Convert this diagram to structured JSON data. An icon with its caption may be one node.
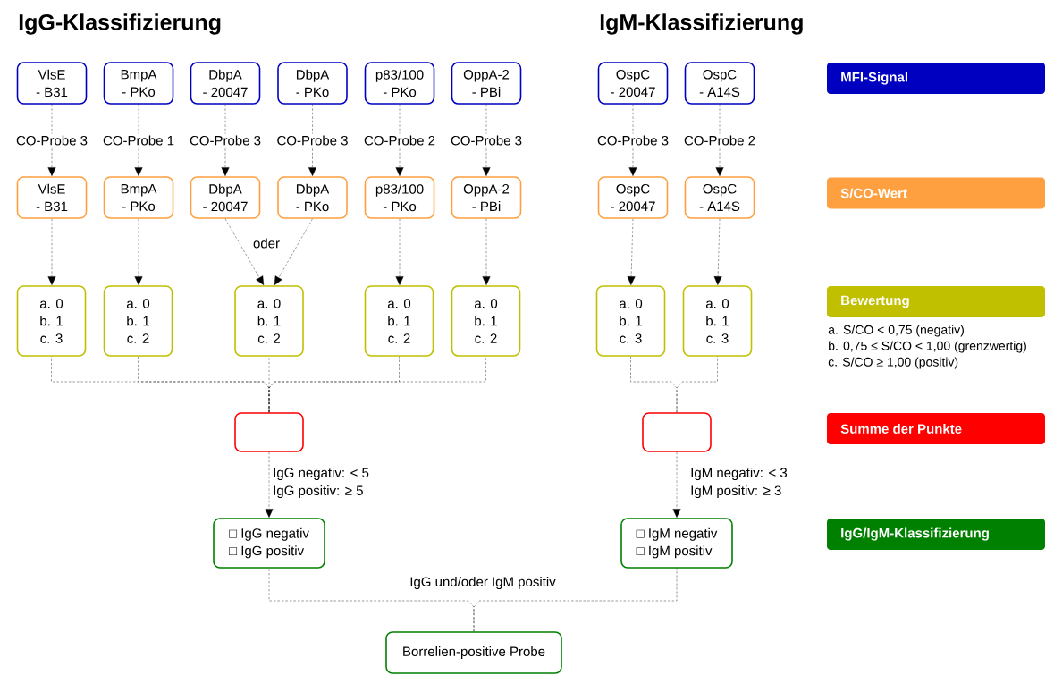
{
  "diagram": {
    "nodes": [
      {
        "text": [
          "VlsE",
          "- B31"
        ]
      },
      {
        "text": [
          "BmpA",
          "- PKo"
        ]
      },
      {
        "text": [
          "DbpA",
          "- 20047"
        ]
      },
      {
        "text": [
          "DbpA",
          "- PKo"
        ]
      },
      {
        "text": [
          "p83/100",
          "- PKo"
        ]
      },
      {
        "text": [
          "OppA-2",
          "- PBi"
        ]
      },
      {
        "text": [
          "OspC",
          "- 20047"
        ]
      },
      {
        "text": [
          "OspC",
          "- A14S"
        ]
      },
      {
        "text": [
          "VlsE",
          "- B31"
        ]
      },
      {
        "text": [
          "BmpA",
          "- PKo"
        ]
      },
      {
        "text": [
          "DbpA",
          "- 20047"
        ]
      },
      {
        "text": [
          "DbpA",
          "- PKo"
        ]
      },
      {
        "text": [
          "p83/100",
          "- PKo"
        ]
      },
      {
        "text": [
          "OppA-2",
          "- PBi"
        ]
      },
      {
        "text": [
          "OspC",
          "- 20047"
        ]
      },
      {
        "text": [
          "OspC",
          "- A14S"
        ]
      },
      {
        "text": [
          "a. 0",
          "b. 1",
          "c. 3"
        ]
      },
      {
        "text": [
          "a. 0",
          "b. 1",
          "c. 2"
        ]
      },
      {
        "text": [
          "a. 0",
          "b. 1",
          "c. 2"
        ]
      },
      {
        "text": [
          "a. 0",
          "b. 1",
          "c. 2"
        ]
      },
      {
        "text": [
          "a. 0",
          "b. 1",
          "c. 2"
        ]
      },
      {
        "text": [
          "a. 0",
          "b. 1",
          "c. 3"
        ]
      },
      {
        "text": [
          "a. 0",
          "b. 1",
          "c. 3"
        ]
      },
      {
        "text": [],
        "shape": "box"
      },
      {
        "text": [],
        "shape": "box"
      },
      {
        "text": [
          "□ IgG negativ",
          "□ IgG positiv"
        ]
      },
      {
        "text": [
          "□ IgM negativ",
          "□ IgM positiv"
        ]
      },
      {
        "text": [
          "Borrelien-positive Probe"
        ]
      }
    ],
    "edges": [
      {
        "from": 0,
        "to": 8,
        "arrow": "to",
        "label": "CO-Probe 3",
        "style": "dashed"
      },
      {
        "from": 1,
        "to": 9,
        "arrow": "to",
        "label": "CO-Probe 1",
        "style": "dashed"
      },
      {
        "from": 2,
        "to": 10,
        "arrow": "to",
        "label": "CO-Probe 3",
        "style": "dashed"
      },
      {
        "from": 3,
        "to": 11,
        "arrow": "to",
        "label": "CO-Probe 3",
        "style": "dashed"
      },
      {
        "from": 4,
        "to": 12,
        "arrow": "to",
        "label": "CO-Probe 2",
        "style": "dashed"
      },
      {
        "from": 5,
        "to": 13,
        "arrow": "to",
        "label": "CO-Probe 3",
        "style": "dashed"
      },
      {
        "from": 6,
        "to": 14,
        "arrow": "to",
        "label": "CO-Probe 3",
        "style": "dashed"
      },
      {
        "from": 7,
        "to": 15,
        "arrow": "to",
        "label": "CO-Probe 2",
        "style": "dashed"
      },
      {
        "from": 8,
        "to": 16,
        "arrow": "to",
        "style": "dashed"
      },
      {
        "from": 9,
        "to": 17,
        "arrow": "to",
        "style": "dashed"
      },
      {
        "from": 10,
        "to": 18,
        "arrow": "to",
        "style": "dashed"
      },
      {
        "from": 11,
        "to": 18,
        "arrow": "to",
        "style": "dashed"
      },
      {
        "from": 12,
        "to": 19,
        "arrow": "to",
        "style": "dashed"
      },
      {
        "from": 13,
        "to": 20,
        "arrow": "to",
        "style": "dashed"
      },
      {
        "from": 14,
        "to": 21,
        "arrow": "to",
        "style": "dashed"
      },
      {
        "from": 15,
        "to": 22,
        "arrow": "to",
        "style": "dashed"
      },
      {
        "from": 16,
        "to": 23,
        "arrow": "none",
        "style": "dashed"
      },
      {
        "from": 17,
        "to": 23,
        "arrow": "none",
        "style": "dashed"
      },
      {
        "from": 18,
        "to": 23,
        "arrow": "none",
        "style": "dashed"
      },
      {
        "from": 19,
        "to": 23,
        "arrow": "none",
        "style": "dashed"
      },
      {
        "from": 20,
        "to": 23,
        "arrow": "none",
        "style": "dashed"
      },
      {
        "from": 21,
        "to": 24,
        "arrow": "none",
        "style": "dashed"
      },
      {
        "from": 22,
        "to": 24,
        "arrow": "none",
        "style": "dashed"
      },
      {
        "from": 23,
        "to": 25,
        "arrow": "to",
        "style": "dashed"
      },
      {
        "from": 24,
        "to": 26,
        "arrow": "to",
        "style": "dashed"
      },
      {
        "from": 25,
        "to": 27,
        "arrow": "none",
        "style": "dashed"
      },
      {
        "from": 26,
        "to": 27,
        "arrow": "none",
        "style": "dashed"
      }
    ],
    "labels": [
      "IgG-Klassifizierung",
      "IgM-Klassifizierung",
      "oder",
      "IgG negativ: < 5",
      "IgG positiv: ≥ 5",
      "IgM negativ: < 3",
      "IgM positiv: ≥ 3",
      "IgG und/oder IgM positiv",
      "a. S/CO < 0,75 (negativ)",
      "b. 0,75 ≤ S/CO < 1,00 (grenzwertig)",
      "c. S/CO ≥ 1,00 (positiv)"
    ],
    "legend": [
      {
        "text": "MFI-Signal",
        "color": "#0000c0"
      },
      {
        "text": "S/CO-Wert",
        "color": "#ffa040"
      },
      {
        "text": "Bewertung",
        "color": "#c0c000"
      },
      {
        "text": "Summe der Punkte",
        "color": "#ff0000"
      },
      {
        "text": "IgG/IgM-Klassifizierung",
        "color": "#008000"
      }
    ]
  }
}
